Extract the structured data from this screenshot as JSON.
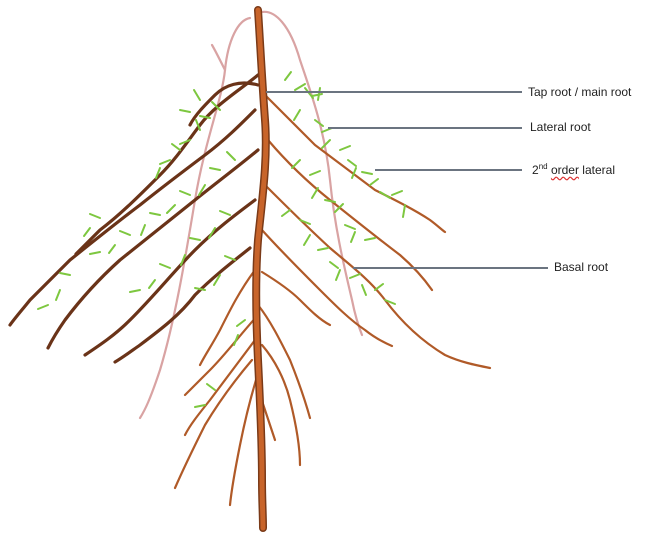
{
  "labels": {
    "tap_root": "Tap root / main root",
    "lateral_root": "Lateral root",
    "second_order_num": "2",
    "second_order_sup": "nd",
    "second_order_word": "order",
    "second_order_rest": "lateral",
    "basal_root": "Basal root"
  },
  "colors": {
    "tap_root": "#c8642a",
    "tap_root_shadow": "#7a3a18",
    "lateral_root": "#b05a28",
    "dark_root": "#6a3318",
    "basal_root": "#d9a3a3",
    "second_order": "#7dc73f",
    "pointer": "#6b7480"
  }
}
